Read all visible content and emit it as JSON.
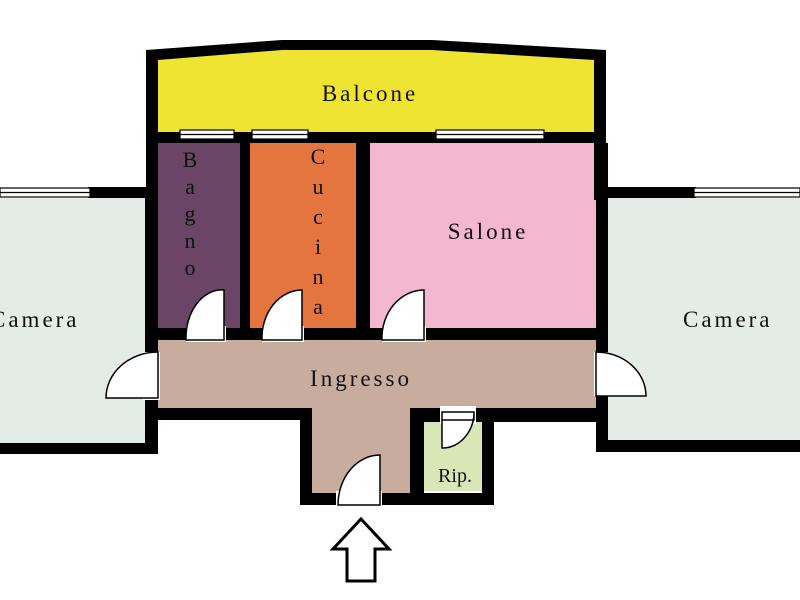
{
  "rooms": {
    "balcone": {
      "label": "Balcone",
      "color": "#f0e433"
    },
    "bagno": {
      "label": "Bagno",
      "color": "#6a4565"
    },
    "cucina": {
      "label": "Cucina",
      "color": "#e4753f"
    },
    "salone": {
      "label": "Salone",
      "color": "#f3b7d0"
    },
    "camera_left": {
      "label": "Camera",
      "color": "#e3ece6"
    },
    "camera_right": {
      "label": "Camera",
      "color": "#e3ece6"
    },
    "ingresso": {
      "label": "Ingresso",
      "color": "#c8ad9f"
    },
    "ripostiglio": {
      "label": "Rip.",
      "color": "#d9e6b6"
    }
  },
  "colors": {
    "wall": "#000000",
    "window": "#ffffff"
  },
  "entrance": {
    "icon": "up-arrow-icon"
  }
}
